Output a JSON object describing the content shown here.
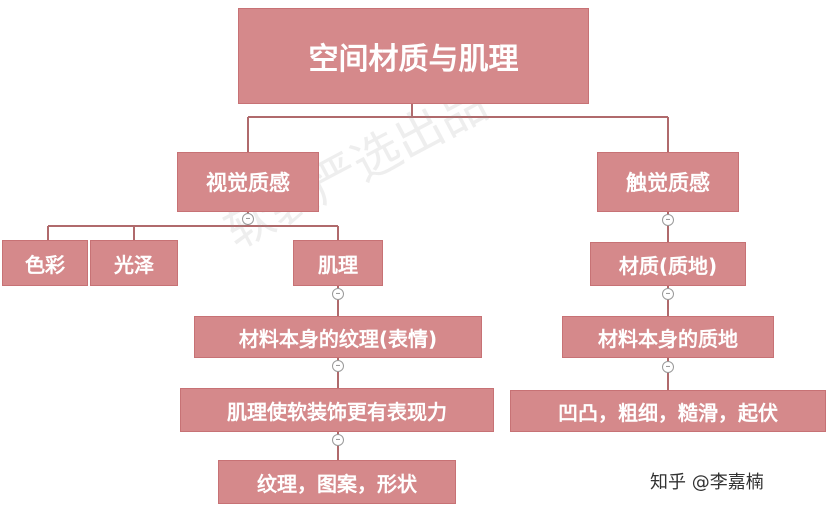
{
  "root": {
    "label": "空间材质与肌理"
  },
  "visual": {
    "label": "视觉质感",
    "color_label": "色彩",
    "gloss_label": "光泽",
    "texture": {
      "label": "肌理",
      "items": [
        "材料本身的纹理(表情)",
        "肌理使软装饰更有表现力",
        "纹理，图案，形状"
      ]
    }
  },
  "tactile": {
    "label": "触觉质感",
    "items": [
      "材质(质地)",
      "材料本身的质地",
      "凹凸，粗细，糙滑，起伏"
    ]
  },
  "toggle_symbol": "–",
  "watermark": "软装严选出品",
  "credit": "知乎 @李嘉楠",
  "colors": {
    "node_fill": "#d5898b",
    "node_border": "#c77275",
    "line": "#b06a6c",
    "text": "#ffffff"
  }
}
